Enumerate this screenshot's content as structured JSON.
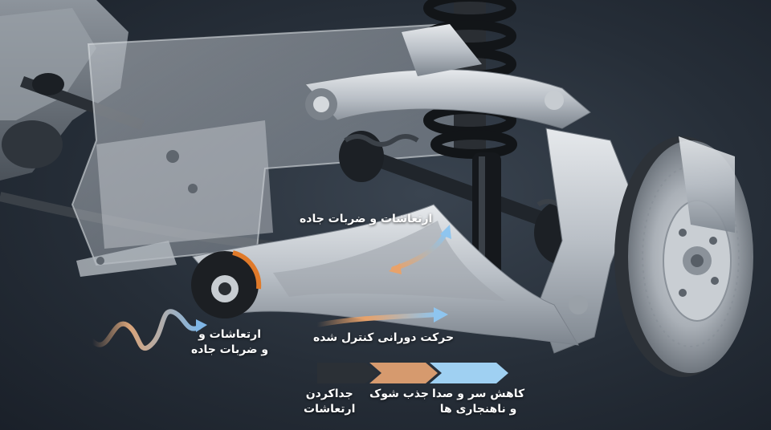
{
  "labels": {
    "road_vibration_top": "ارتعاشات و ضربات جاده",
    "road_vibration_left_line1": "ارتعاشات و",
    "road_vibration_left_line2": "و ضربات جاده",
    "controlled_rotation": "حرکت دورانی کنترل شده",
    "stage1_line1": "جداکردن",
    "stage1_line2": "ارتعاشات",
    "stage2": "جذب شوک",
    "stage3_line1": "کاهش سر و صدا",
    "stage3_line2": "و ناهنجاری ها"
  },
  "colors": {
    "wave_start": "#d9a47a",
    "wave_end": "#7fb6e6",
    "arrow_orange": "#e8a26a",
    "arrow_blue": "#8ec5ef",
    "bushing_orange": "#e07a2a",
    "stage_dark": "#2b3036",
    "stage_mid": "#d69a6e",
    "stage_light": "#9fd0f2"
  }
}
